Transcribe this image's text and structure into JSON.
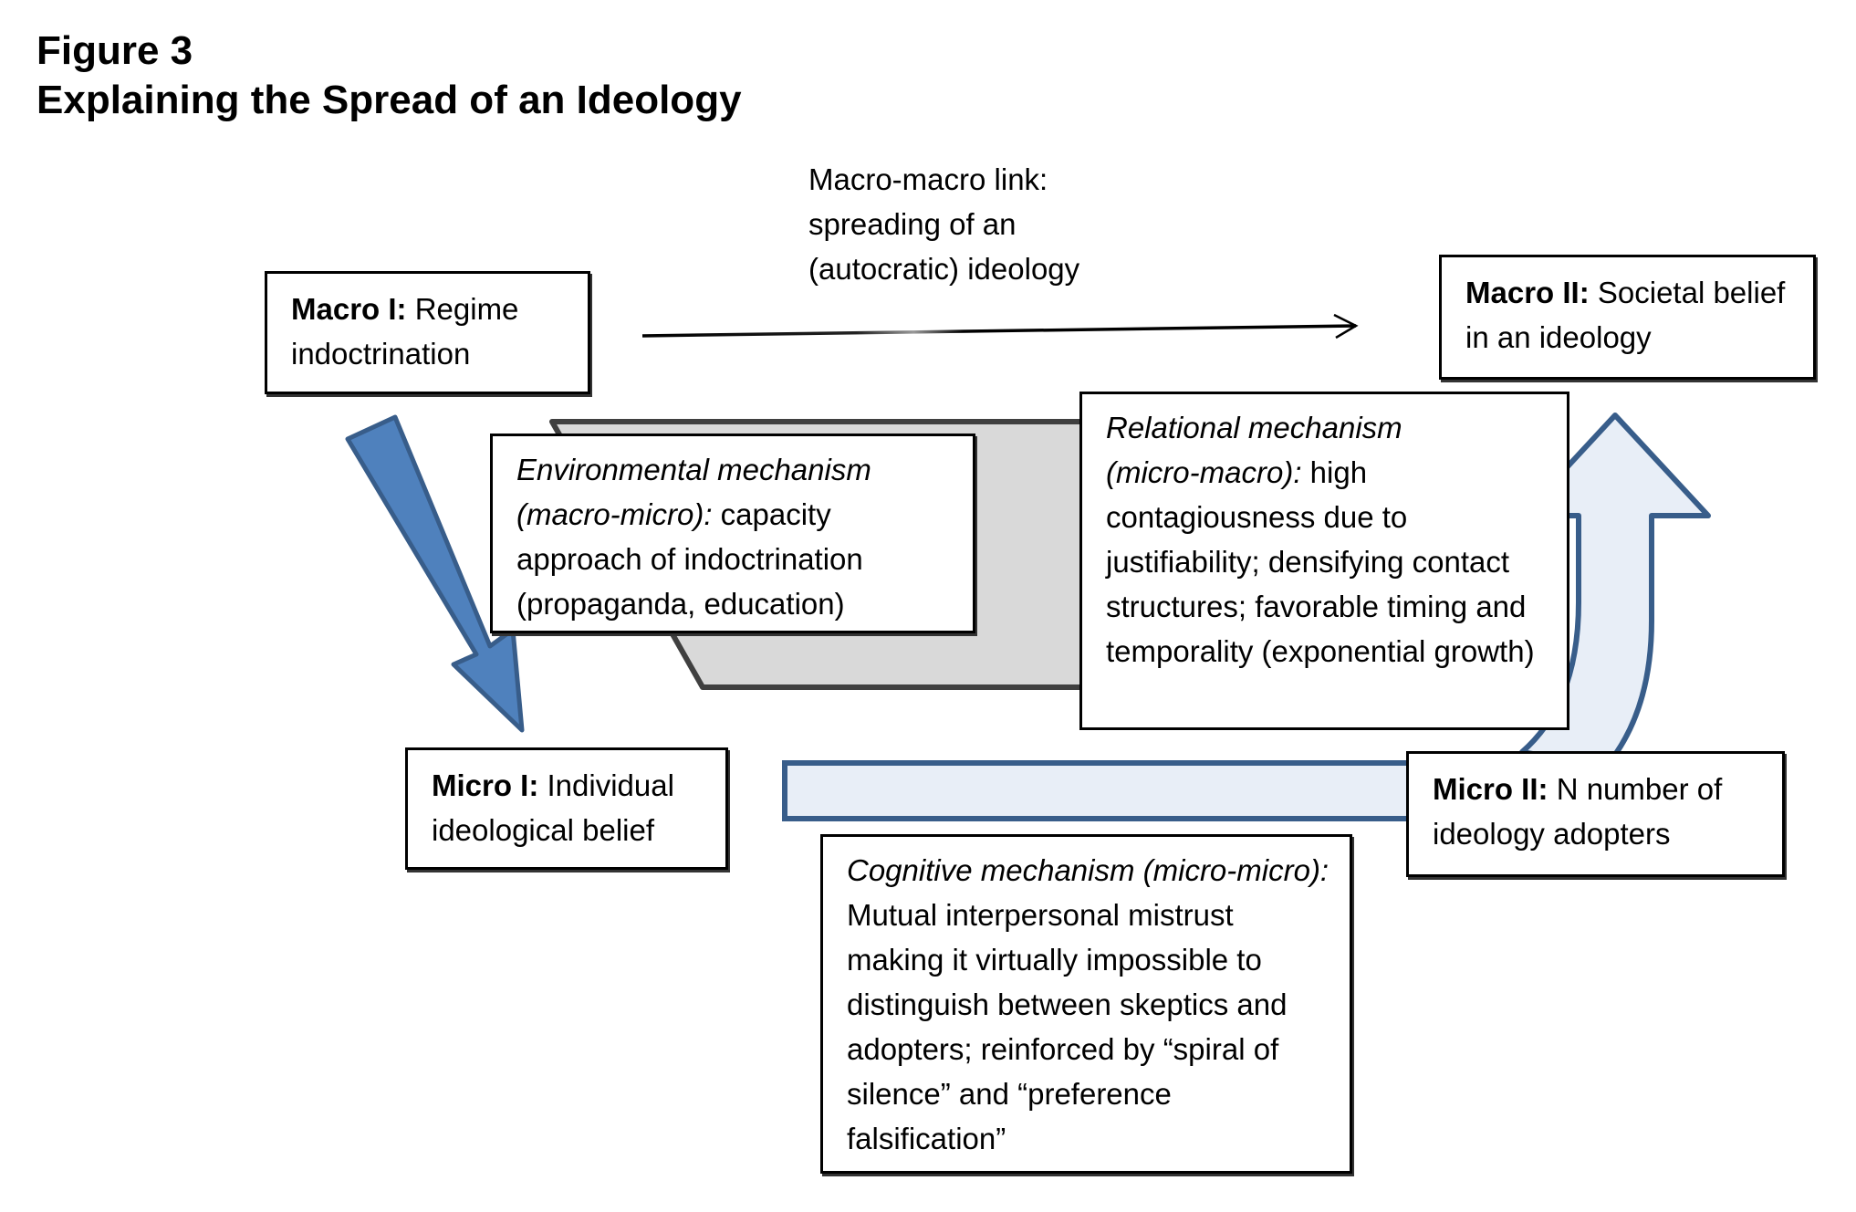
{
  "figure": {
    "number": "Figure 3",
    "title": "Explaining the Spread of an Ideology"
  },
  "colors": {
    "down_arrow_fill": "#4f81bd",
    "arrow_stroke": "#385d8a",
    "up_arrow_fill": "#e8eef7",
    "parallelogram_fill": "#d9d9d9",
    "parallelogram_stroke": "#404040"
  },
  "nodes": {
    "macro1": {
      "label": "Macro I:",
      "text": "Regime indoctrination"
    },
    "macro2": {
      "label": "Macro II:",
      "text": "Societal belief in an ideology"
    },
    "micro1": {
      "label": "Micro I:",
      "text": "Individual ideological belief"
    },
    "micro2": {
      "label": "Micro II:",
      "text": "N number of ideology adopters"
    }
  },
  "links": {
    "macro_macro": {
      "lines": [
        "Macro-macro link:",
        "spreading of an",
        "(autocratic) ideology"
      ]
    },
    "environmental": {
      "title": "Environmental mechanism",
      "qualifier": "(macro-micro):",
      "text": "capacity approach of indoctrination (propaganda, education)"
    },
    "relational": {
      "title": "Relational mechanism",
      "qualifier": "(micro-macro):",
      "text": "high contagiousness due to justifiability; densifying contact structures; favorable timing and temporality (exponential growth)"
    },
    "cognitive": {
      "title": "Cognitive mechanism (micro-micro):",
      "text": "Mutual interpersonal mistrust making it virtually impossible to distinguish between skeptics and adopters; reinforced by “spiral of silence” and “preference falsification”"
    }
  }
}
